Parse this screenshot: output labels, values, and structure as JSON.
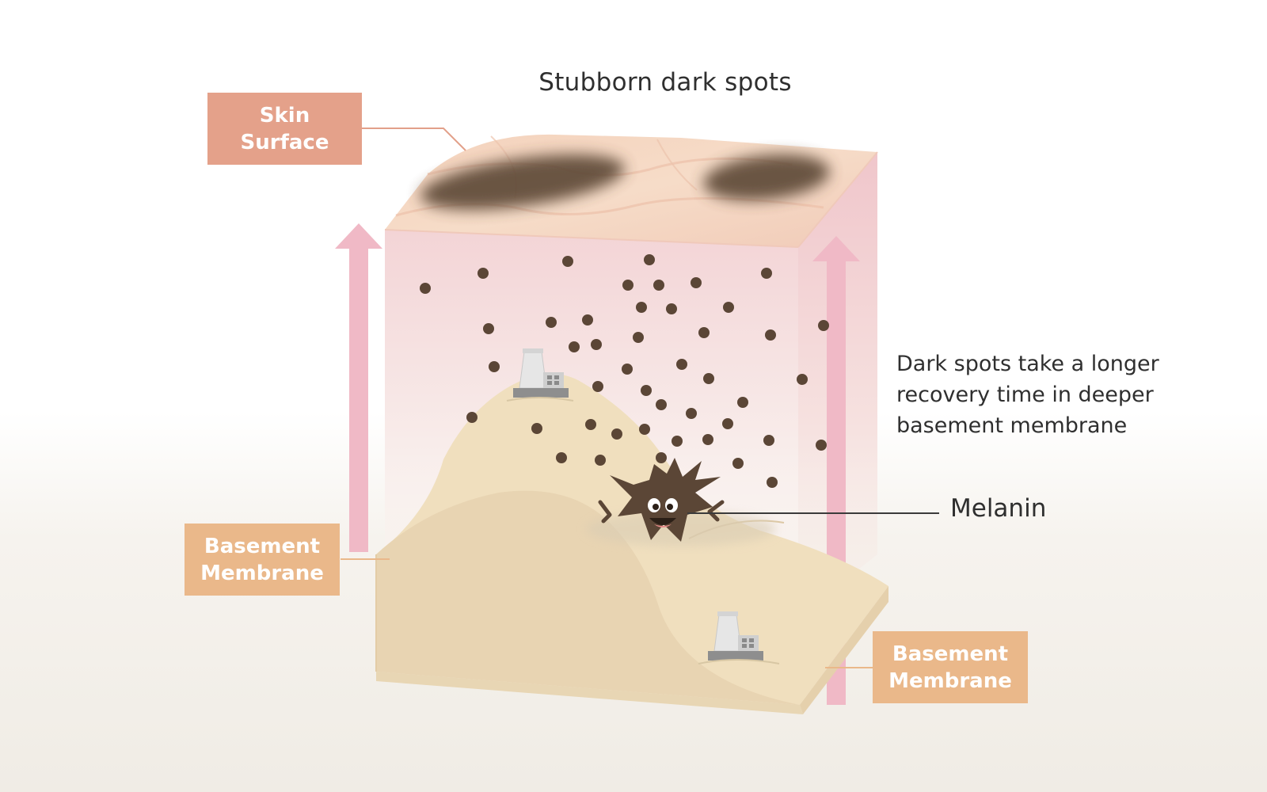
{
  "title": "Stubborn dark spots",
  "callout": {
    "line1": "Dark spots take a longer",
    "line2": "recovery time in deeper",
    "line3": "basement membrane"
  },
  "labels": {
    "melanin": "Melanin",
    "skin_surface": {
      "line1": "Skin",
      "line2": "Surface"
    },
    "basement_left": {
      "line1": "Basement",
      "line2": "Membrane"
    },
    "basement_right": {
      "line1": "Basement",
      "line2": "Membrane"
    }
  },
  "colors": {
    "surface_box": "#e4a18a",
    "basement_box": "#eab88a",
    "arrow": "#f0b9c6",
    "melanin": "#5b4636",
    "dermis": "#f0dfbe"
  },
  "icons": [
    "melanocyte-factory-icon",
    "melanin-character-icon",
    "arrow-up-icon"
  ]
}
